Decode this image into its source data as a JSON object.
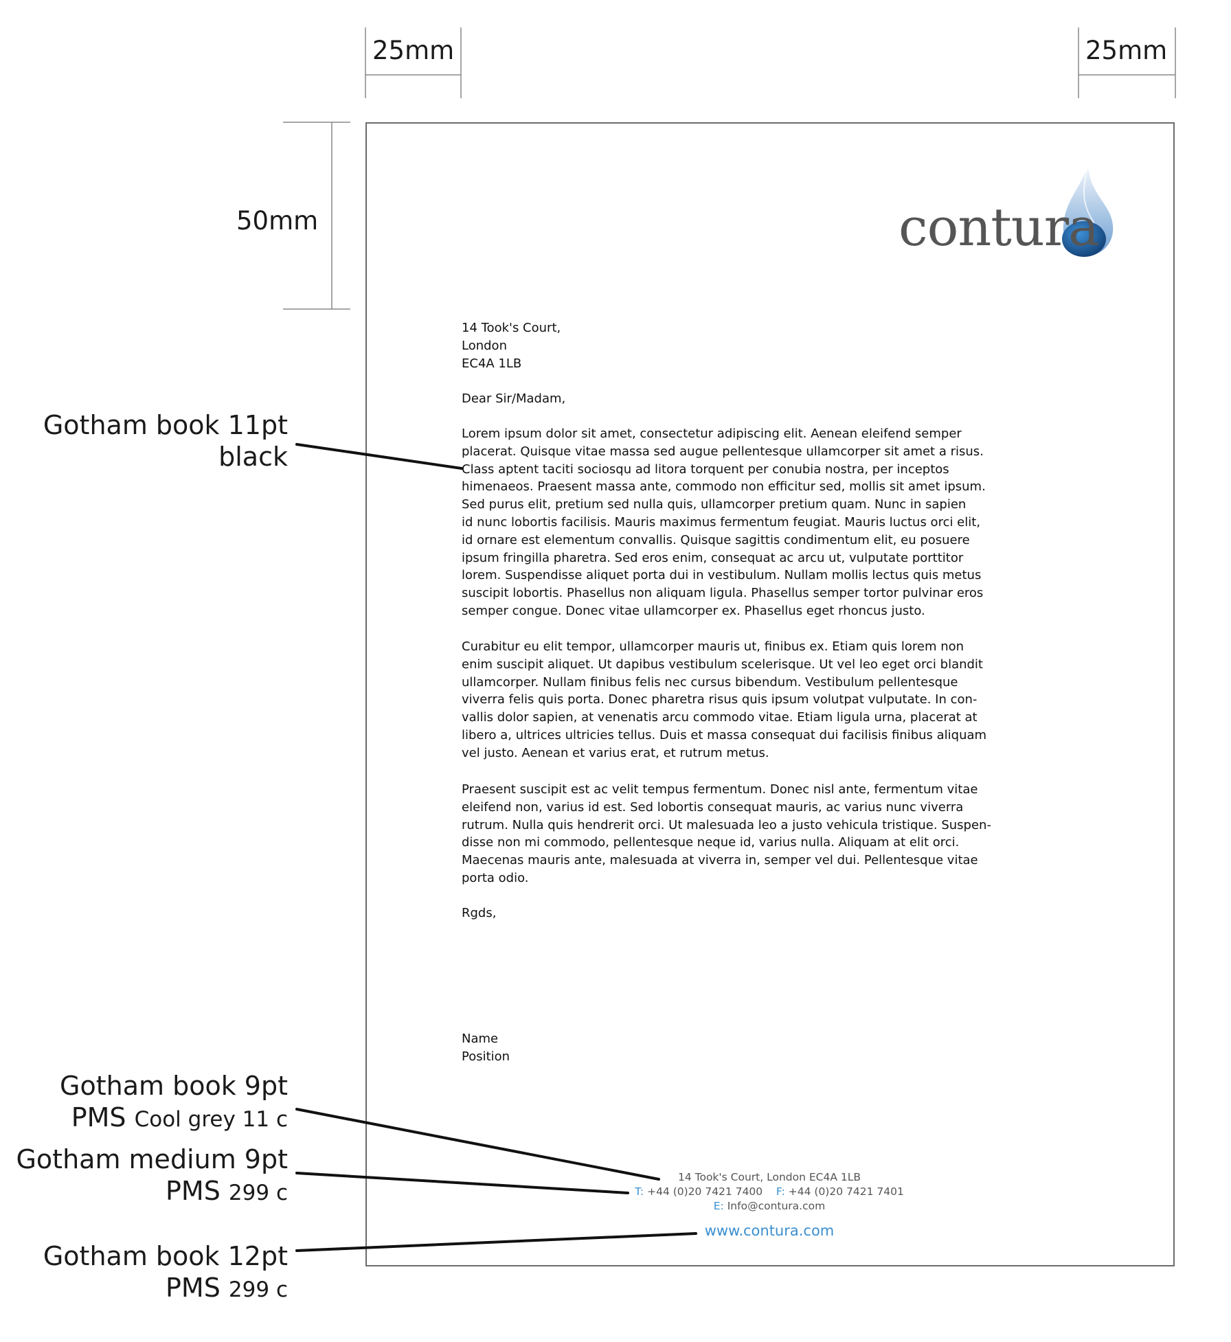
{
  "dimensions": {
    "left_margin": "25mm",
    "right_margin": "25mm",
    "top_margin": "50mm"
  },
  "annotations": [
    {
      "line1": "Gotham book 11pt",
      "line2_prefix": "",
      "line2_small": "",
      "line2": "black"
    },
    {
      "line1": "Gotham book 9pt",
      "line2_prefix": "PMS ",
      "line2_small": "Cool grey 11 c",
      "line2": ""
    },
    {
      "line1": "Gotham medium 9pt",
      "line2_prefix": "PMS ",
      "line2_small": "299 c",
      "line2": ""
    },
    {
      "line1": "Gotham book 12pt",
      "line2_prefix": "PMS ",
      "line2_small": "299 c",
      "line2": ""
    }
  ],
  "logo": {
    "text": "contura",
    "colors": {
      "text": "#555555",
      "drop_light": "#cfe0f2",
      "drop_dark": "#1f5f9e"
    }
  },
  "letter": {
    "address": [
      "14 Took's Court,",
      "London",
      "EC4A 1LB"
    ],
    "salutation": "Dear Sir/Madam,",
    "paragraphs": [
      [
        "Lorem ipsum dolor sit amet, consectetur adipiscing elit. Aenean eleifend semper",
        "placerat. Quisque vitae massa sed augue pellentesque ullamcorper sit amet a risus.",
        "Class aptent taciti sociosqu ad litora torquent per conubia nostra, per inceptos",
        "himenaeos. Praesent massa ante, commodo non efficitur sed, mollis sit amet ipsum.",
        "Sed purus elit, pretium sed nulla quis, ullamcorper pretium quam. Nunc in sapien",
        "id nunc lobortis facilisis. Mauris maximus fermentum feugiat. Mauris luctus orci elit,",
        "id ornare est elementum convallis. Quisque sagittis condimentum elit, eu posuere",
        "ipsum fringilla pharetra. Sed eros enim, consequat ac arcu ut, vulputate porttitor",
        "lorem. Suspendisse aliquet porta dui in vestibulum. Nullam mollis lectus quis metus",
        "suscipit lobortis. Phasellus non aliquam ligula. Phasellus semper tortor pulvinar eros",
        "semper congue. Donec vitae ullamcorper ex. Phasellus eget rhoncus justo."
      ],
      [
        "Curabitur eu elit tempor, ullamcorper mauris ut, finibus ex. Etiam quis lorem non",
        "enim suscipit aliquet. Ut dapibus vestibulum scelerisque. Ut vel leo eget orci blandit",
        "ullamcorper. Nullam finibus felis nec cursus bibendum. Vestibulum pellentesque",
        "viverra felis quis porta. Donec pharetra risus quis ipsum volutpat vulputate. In con-",
        "vallis dolor sapien, at venenatis arcu commodo vitae. Etiam ligula urna, placerat at",
        "libero a, ultrices ultricies tellus. Duis et massa consequat dui facilisis finibus aliquam",
        "vel justo. Aenean et varius erat, et rutrum metus."
      ],
      [
        "Praesent suscipit est ac velit tempus fermentum. Donec nisl ante, fermentum vitae",
        "eleifend non, varius id est. Sed lobortis consequat mauris, ac varius nunc viverra",
        "rutrum. Nulla quis hendrerit orci. Ut malesuada leo a justo vehicula tristique. Suspen-",
        "disse non mi commodo, pellentesque neque id, varius nulla. Aliquam at elit orci.",
        "Maecenas mauris ante, malesuada at viverra in, semper vel dui. Pellentesque vitae",
        "porta odio."
      ]
    ],
    "closing": "Rgds,",
    "name": "Name",
    "position": "Position"
  },
  "footer": {
    "address": "14 Took's Court, London EC4A 1LB",
    "tel_label": "T:",
    "tel": "+44 (0)20 7421 7400",
    "fax_label": "F:",
    "fax": "+44 (0)20 7421 7401",
    "email_label": "E:",
    "email": "Info@contura.com",
    "website": "www.contura.com"
  },
  "colors": {
    "accent": "#3b8fd0",
    "footer_text": "#555555",
    "body_text": "#111111"
  }
}
